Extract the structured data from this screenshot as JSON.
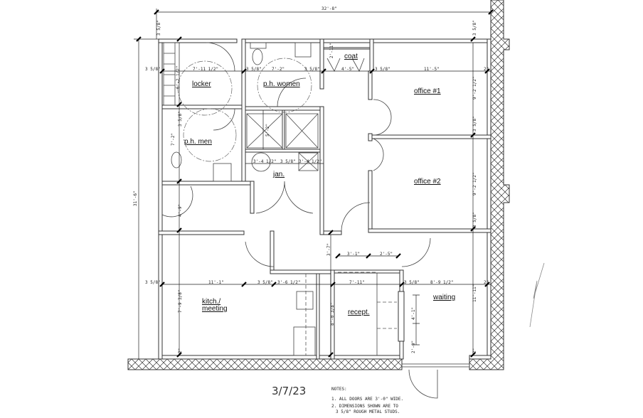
{
  "plan": {
    "overall_width": "32'-8\"",
    "overall_depth": "31'-6\"",
    "rooms": {
      "locker": "locker",
      "ph_women": "p.h. women",
      "coat": "coat",
      "office1": "office #1",
      "ph_men": "p.h. men",
      "jan": "jan.",
      "office2": "office #2",
      "kitch_line1": "kitch./",
      "kitch_line2": "meeting",
      "recept": "recept.",
      "waiting": "waiting"
    },
    "dims": {
      "stud": "3 5/8\"",
      "locker_w": "7'-11 1/2\"",
      "women_w": "7'-2\"",
      "coat_w": "4'-5\"",
      "office_w": "11'-5\"",
      "two_in": "2\"",
      "locker_d": "6'-2 1/2\"",
      "coat_d": "2'-11\"",
      "office1_d": "9'-2 1/2\"",
      "office2_d": "9'-2 1/2\"",
      "men_d": "7'-2\"",
      "shower_d": "5'-2\"",
      "shower_w1": "3'-4 1/2\"",
      "shower_w2": "3'-4 1/2\"",
      "hall_w": "4'-9\"",
      "corr_d": "3'-7\"",
      "counter_a": "3'-1\"",
      "counter_b": "2'-5\"",
      "kitch_w": "11'-1\"",
      "kitch_counter_w": "3'-6 1/2\"",
      "recept_w": "7'-11\"",
      "waiting_w": "8'-9 1/2\"",
      "kitch_d": "7'-9 3/8\"",
      "recept_d": "8'-0 3/8\"",
      "window_h": "4'-1\"",
      "sill": "2'-0\"",
      "waiting_d": "11'-11\""
    },
    "date": "3/7/23",
    "notes": {
      "title": "NOTES:",
      "n1": "1. ALL DOORS ARE 3'-0\" WIDE.",
      "n2a": "2. DIMENSIONS SHOWN ARE TO",
      "n2b": "3 5/8\" ROUGH METAL STUDS."
    }
  }
}
